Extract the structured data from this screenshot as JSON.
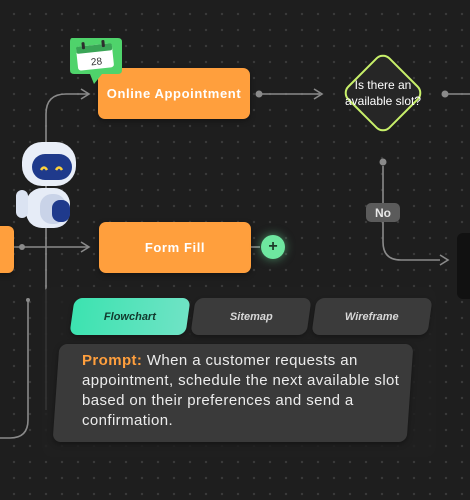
{
  "flow": {
    "node_appointment": "Online Appointment",
    "node_form_fill": "Form Fill",
    "decision": "Is there an available slot?",
    "no_label": "No",
    "add_symbol": "+",
    "calendar_day": "28"
  },
  "tabs": [
    {
      "label": "Flowchart",
      "active": true
    },
    {
      "label": "Sitemap",
      "active": false
    },
    {
      "label": "Wireframe",
      "active": false
    }
  ],
  "prompt": {
    "label": "Prompt:",
    "text": " When a customer requests an appointment, schedule the next available slot based on their preferences and send a confirmation."
  },
  "colors": {
    "accent_orange": "#ff9f3d",
    "accent_green": "#6ee7a0",
    "decision_border": "#c8f06a",
    "active_tab": "#3ce3b0"
  }
}
